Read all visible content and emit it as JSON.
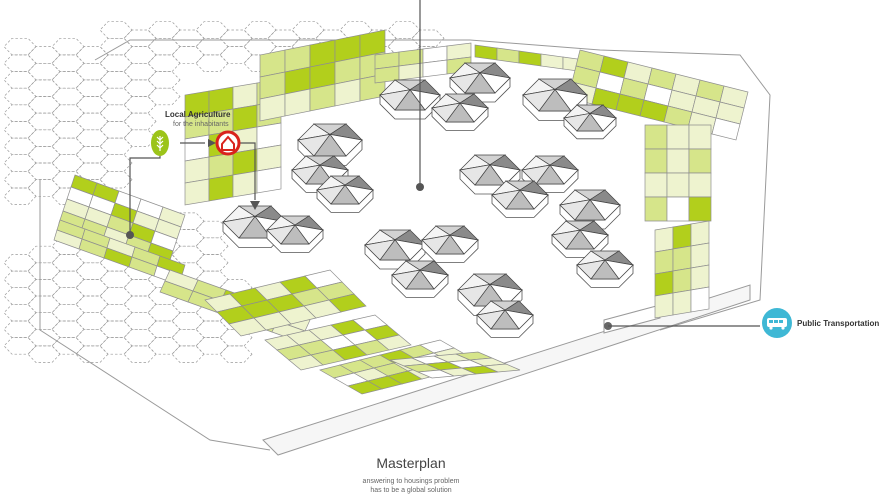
{
  "title": "Masterplan",
  "subtitle_line1": "answering to housings problem",
  "subtitle_line2": "has to be a global solution",
  "annotations": {
    "agriculture_title": "Local Agriculture",
    "agriculture_sub": "for the inhabitants",
    "transport": "Public Transportation"
  },
  "icons": {
    "agriculture": "wheat-icon",
    "housing": "house-icon",
    "transport": "bus-icon"
  },
  "colors": {
    "field_light": "#eef3cf",
    "field_mid": "#d6e58a",
    "field_strong": "#b2cf1c",
    "house_red": "#d9231d",
    "bus_teal": "#3fb8d5",
    "leaf_green": "#9cc419"
  }
}
